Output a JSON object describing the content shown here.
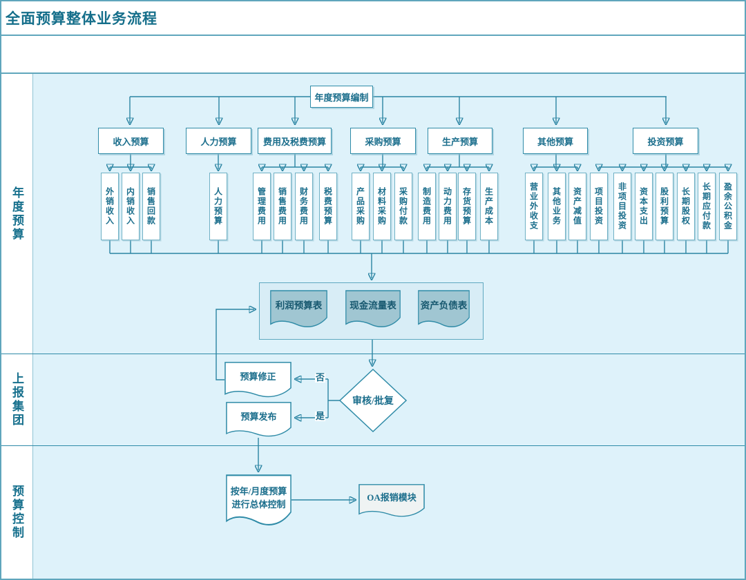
{
  "title": "全面预算整体业务流程",
  "lanes": [
    {
      "label": "年度预算"
    },
    {
      "label": "上报集团"
    },
    {
      "label": "预算控制"
    }
  ],
  "root_label": "年度预算编制",
  "groups": [
    {
      "label": "收入预算",
      "children": [
        "外销收入",
        "内销收入",
        "销售回款"
      ]
    },
    {
      "label": "人力预算",
      "children": [
        "人力预算"
      ]
    },
    {
      "label": "费用及税费预算",
      "children": [
        "管理费用",
        "销售费用",
        "财务费用",
        "税费预算"
      ]
    },
    {
      "label": "采购预算",
      "children": [
        "产品采购",
        "材料采购",
        "采购付款"
      ]
    },
    {
      "label": "生产预算",
      "children": [
        "制造费用",
        "动力费用",
        "存货预算",
        "生产成本"
      ]
    },
    {
      "label": "其他预算",
      "children": [
        "营业外收支",
        "其他业务",
        "资产减值"
      ]
    },
    {
      "label": "投资预算",
      "children": [
        "项目投资",
        "非项目投资",
        "资本支出",
        "股利预算",
        "长期股权",
        "长期应付款",
        "盈余公积金"
      ]
    }
  ],
  "reports": [
    "利润预算表",
    "现金流量表",
    "资产负债表"
  ],
  "decision": {
    "label": "审核/批复",
    "no_label": "否",
    "yes_label": "是"
  },
  "docs": {
    "revise": "预算修正",
    "publish": "预算发布",
    "control_line1": "按年/月度预算",
    "control_line2": "进行总体控制",
    "oa": "OA报销模块"
  },
  "colors": {
    "accent_border": "#2f8ba7",
    "connector_line": "#2a84a2",
    "text": "#1b6e8c",
    "canvas_background": "#def2fa",
    "report_doc_fill": "#a0c6d2",
    "frame_border": "#5fa6bc"
  }
}
